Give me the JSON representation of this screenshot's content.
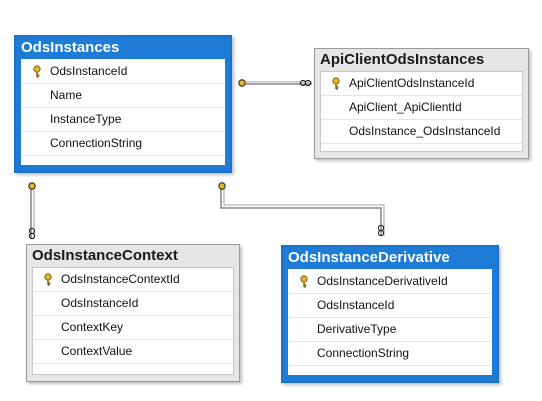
{
  "tables": [
    {
      "title": "OdsInstances",
      "selected": true,
      "columns": [
        {
          "name": "OdsInstanceId",
          "pk": true
        },
        {
          "name": "Name",
          "pk": false
        },
        {
          "name": "InstanceType",
          "pk": false
        },
        {
          "name": "ConnectionString",
          "pk": false
        }
      ]
    },
    {
      "title": "ApiClientOdsInstances",
      "selected": false,
      "columns": [
        {
          "name": "ApiClientOdsInstanceId",
          "pk": true
        },
        {
          "name": "ApiClient_ApiClientId",
          "pk": false
        },
        {
          "name": "OdsInstance_OdsInstanceId",
          "pk": false
        }
      ]
    },
    {
      "title": "OdsInstanceContext",
      "selected": false,
      "columns": [
        {
          "name": "OdsInstanceContextId",
          "pk": true
        },
        {
          "name": "OdsInstanceId",
          "pk": false
        },
        {
          "name": "ContextKey",
          "pk": false
        },
        {
          "name": "ContextValue",
          "pk": false
        }
      ]
    },
    {
      "title": "OdsInstanceDerivative",
      "selected": true,
      "columns": [
        {
          "name": "OdsInstanceDerivativeId",
          "pk": true
        },
        {
          "name": "OdsInstanceId",
          "pk": false
        },
        {
          "name": "DerivativeType",
          "pk": false
        },
        {
          "name": "ConnectionString",
          "pk": false
        }
      ]
    }
  ],
  "colors": {
    "selected_header": "#1e7cd6",
    "connector": "#8a8a8a",
    "key": "#e3b325",
    "arrow": "#1f78c8"
  }
}
